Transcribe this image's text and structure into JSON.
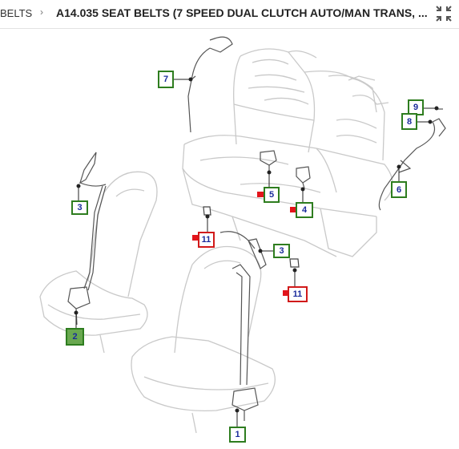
{
  "header": {
    "breadcrumb_prev": "BELTS",
    "breadcrumb_separator": "›",
    "title": "A14.035 SEAT BELTS (7 SPEED DUAL CLUTCH AUTO/MAN TRANS, ...",
    "collapse_icon": "collapse-icon"
  },
  "callouts": [
    {
      "label": "7",
      "style": "green"
    },
    {
      "label": "9",
      "style": "green"
    },
    {
      "label": "8",
      "style": "green"
    },
    {
      "label": "6",
      "style": "green"
    },
    {
      "label": "5",
      "style": "red"
    },
    {
      "label": "4",
      "style": "red"
    },
    {
      "label": "3",
      "style": "green"
    },
    {
      "label": "11",
      "style": "red"
    },
    {
      "label": "3",
      "style": "green"
    },
    {
      "label": "11",
      "style": "red"
    },
    {
      "label": "2",
      "style": "green-filled"
    },
    {
      "label": "1",
      "style": "green"
    }
  ],
  "colors": {
    "callout_border_green": "#2e7d1f",
    "callout_border_red": "#d11a1a",
    "callout_text": "#1a2b9c",
    "marker_red": "#e3141b",
    "filled_callout": "#69a84f"
  }
}
